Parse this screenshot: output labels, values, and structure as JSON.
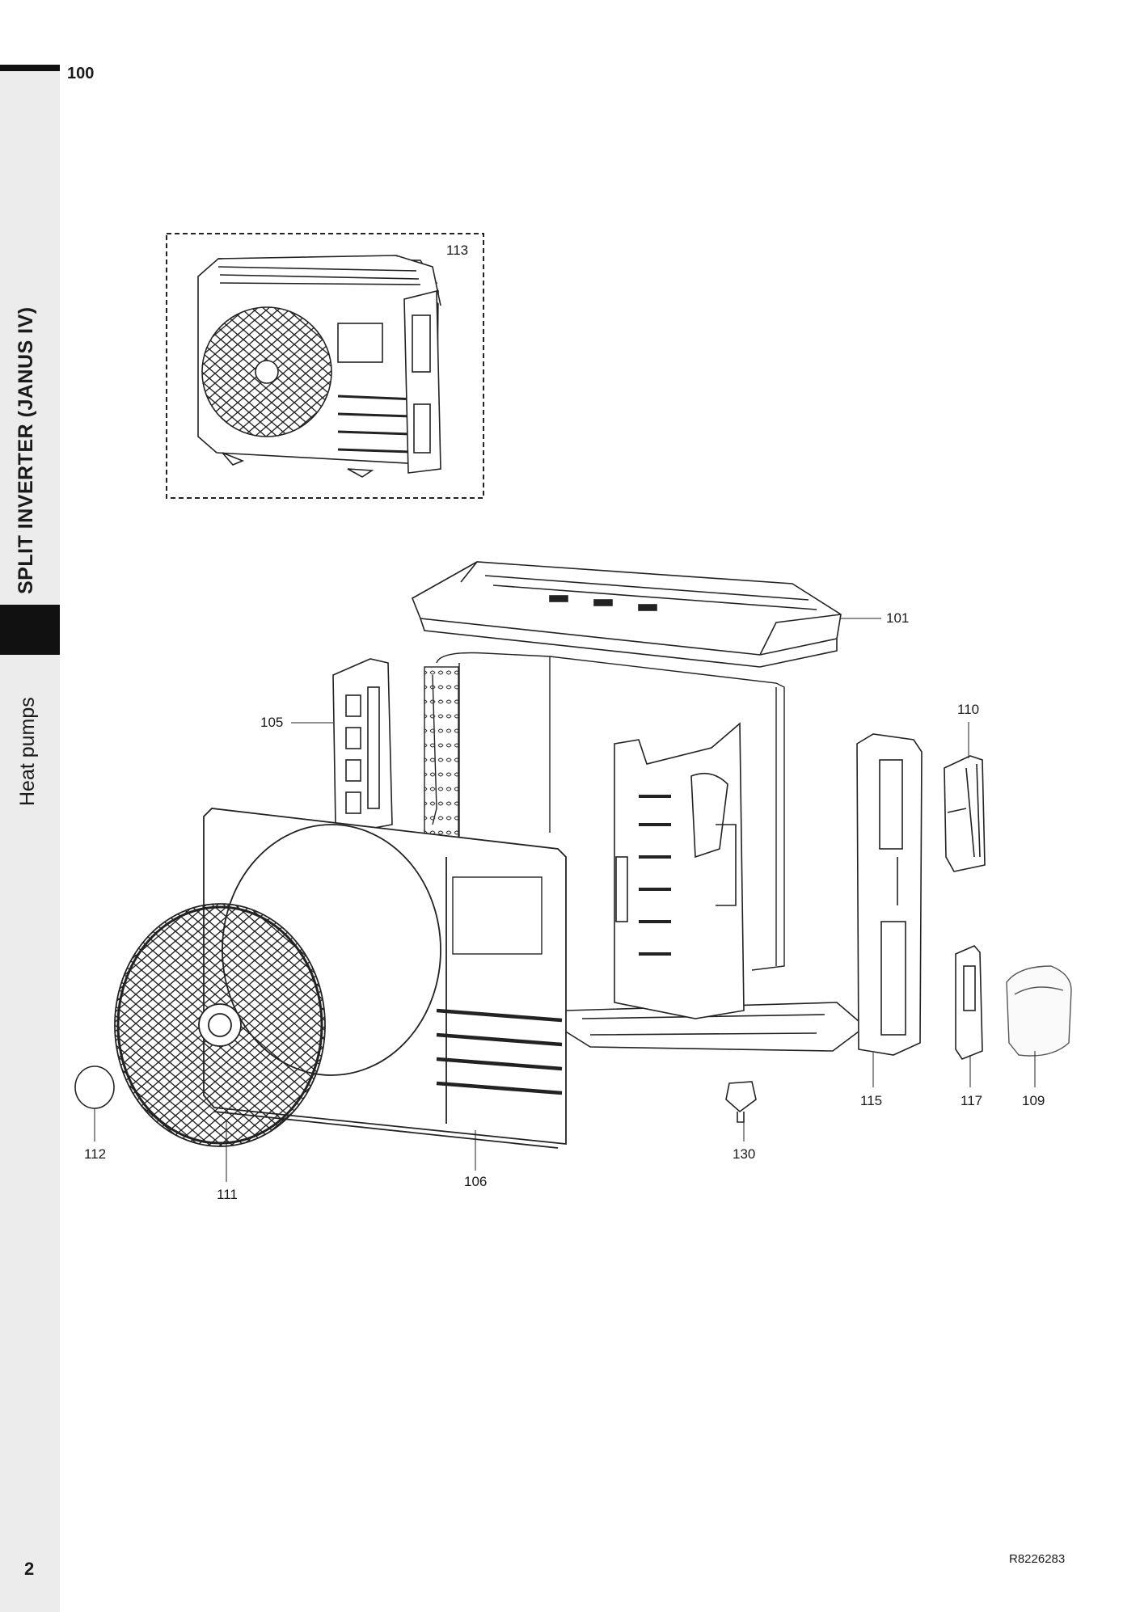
{
  "sidebar": {
    "title": "SPLIT INVERTER (JANUS IV)",
    "subtitle": "Heat pumps"
  },
  "header": {
    "section_number": "100"
  },
  "footer": {
    "page_number": "2",
    "document_code": "R8226283"
  },
  "diagram": {
    "callouts": {
      "c113": "113",
      "c101": "101",
      "c105": "105",
      "c110": "110",
      "c115": "115",
      "c117": "117",
      "c109": "109",
      "c130": "130",
      "c112": "112",
      "c111": "111",
      "c106": "106"
    }
  }
}
